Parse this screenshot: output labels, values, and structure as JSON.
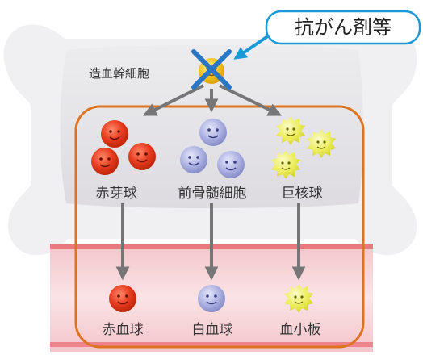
{
  "callout": {
    "label": "抗がん剤等"
  },
  "stem_cell": {
    "label": "造血幹細胞"
  },
  "precursors": [
    {
      "label": "赤芽球"
    },
    {
      "label": "前骨髄細胞"
    },
    {
      "label": "巨核球"
    }
  ],
  "mature_cells": [
    {
      "label": "赤血球"
    },
    {
      "label": "白血球"
    },
    {
      "label": "血小板"
    }
  ],
  "colors": {
    "bone": "#f0f0f2",
    "marrow": "#e6e4e8",
    "blood_band": "#f7d4d8",
    "blood_edge": "#e9787f",
    "frame": "#dd7422",
    "arrow": "#767676",
    "callout_stroke": "#1a9bd7",
    "cross": "#2a76c6",
    "red_cell": "#e53a1e",
    "white_cell": "#a9aee0",
    "platelet": "#ecec5a",
    "stem_cell": "#f2c21c"
  }
}
